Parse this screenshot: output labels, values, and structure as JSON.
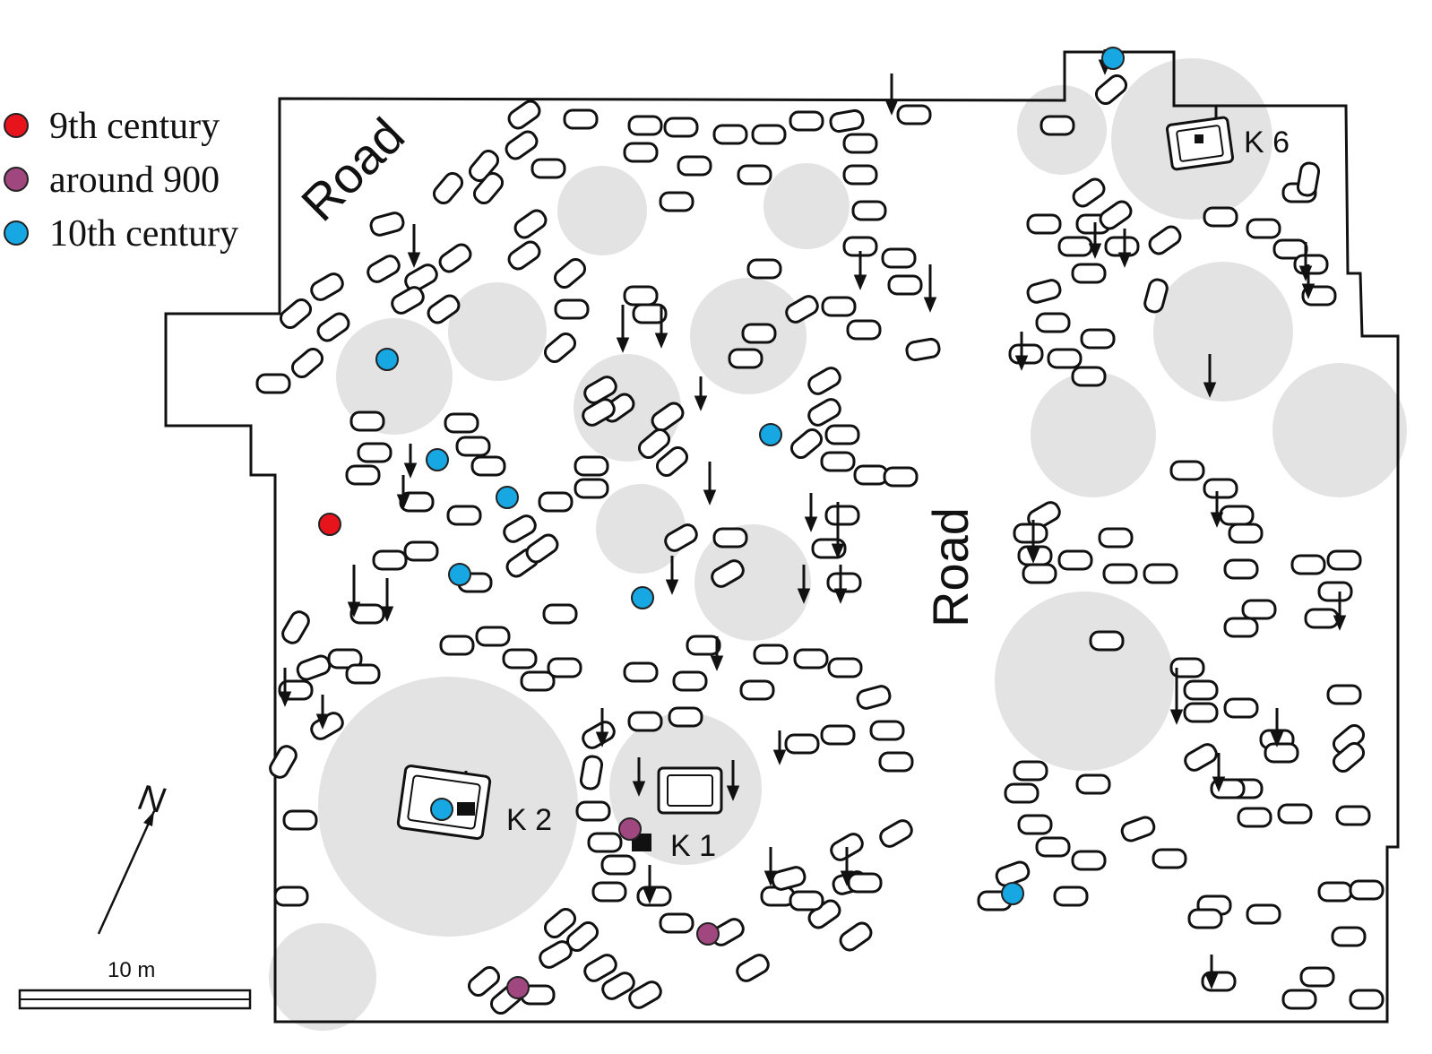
{
  "legend": {
    "items": [
      {
        "label": "9th century",
        "color": "#e8141c"
      },
      {
        "label": "around 900",
        "color": "#a0477f"
      },
      {
        "label": "10th century",
        "color": "#17a8e3"
      }
    ]
  },
  "labels": {
    "road_nw": "Road",
    "road_center": "Road",
    "k1": "K 1",
    "k2": "K 2",
    "k6": "K 6",
    "north": "N",
    "scale": "10 m"
  },
  "icons": [
    "north-arrow-icon",
    "scale-bar-icon",
    "legend-dot-icon",
    "grave-outline-icon",
    "burial-dot-icon"
  ],
  "colors": {
    "nineth": "#e8141c",
    "around900": "#a0477f",
    "tenth": "#17a8e3",
    "shade": "#e3e3e3",
    "ink": "#111111"
  }
}
